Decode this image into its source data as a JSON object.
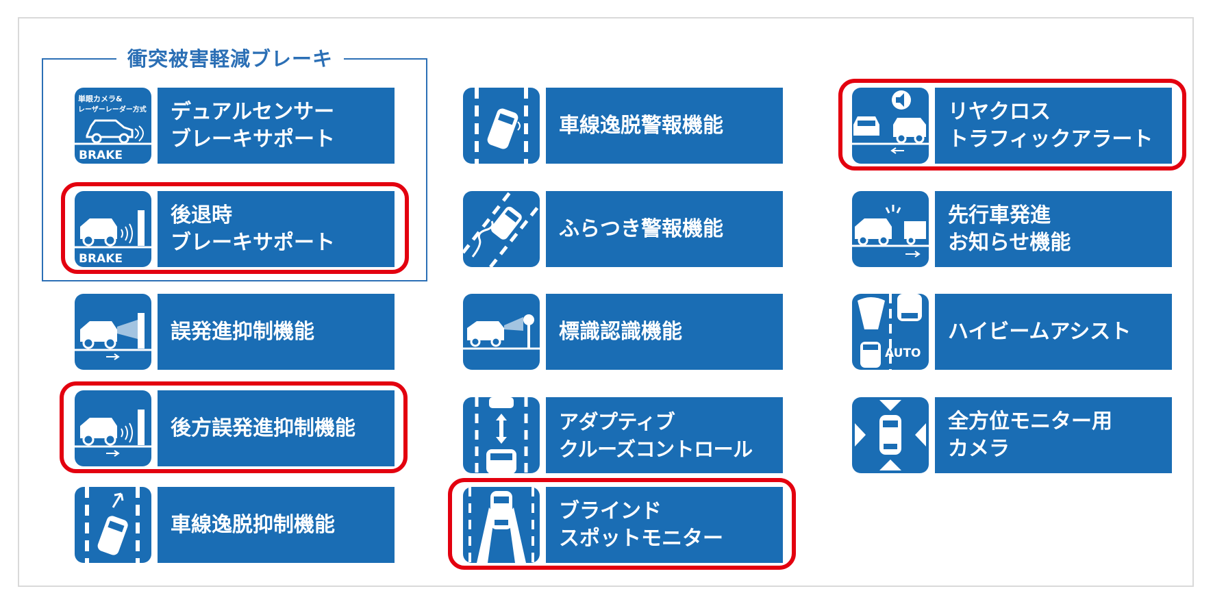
{
  "group": {
    "title": "衝突被害軽減ブレーキ"
  },
  "colors": {
    "tile_blue": "#1a6db4",
    "frame_blue": "#2b6fb5",
    "highlight_red": "#e3000f",
    "border_gray": "#d9d9d9"
  },
  "items": [
    {
      "icon": "dual-sensor-brake-icon",
      "lines": [
        "デュアルセンサー",
        "ブレーキサポート"
      ],
      "icon_text": [
        "単眼カメラ&",
        "レーザーレーダー方式",
        "BRAKE"
      ],
      "highlighted": false
    },
    {
      "icon": "reverse-brake-icon",
      "lines": [
        "後退時",
        "ブレーキサポート"
      ],
      "icon_text": [
        "BRAKE"
      ],
      "highlighted": true
    },
    {
      "icon": "misstart-suppression-icon",
      "lines": [
        "誤発進抑制機能"
      ],
      "highlighted": false
    },
    {
      "icon": "rear-misstart-suppression-icon",
      "lines": [
        "後方誤発進抑制機能"
      ],
      "highlighted": true
    },
    {
      "icon": "lane-departure-suppression-icon",
      "lines": [
        "車線逸脱抑制機能"
      ],
      "highlighted": false
    },
    {
      "icon": "lane-departure-warning-icon",
      "lines": [
        "車線逸脱警報機能"
      ],
      "highlighted": false
    },
    {
      "icon": "wandering-warning-icon",
      "lines": [
        "ふらつき警報機能"
      ],
      "highlighted": false
    },
    {
      "icon": "sign-recognition-icon",
      "lines": [
        "標識認識機能"
      ],
      "highlighted": false
    },
    {
      "icon": "adaptive-cruise-icon",
      "lines": [
        "アダプティブ",
        "クルーズコントロール"
      ],
      "highlighted": false
    },
    {
      "icon": "blind-spot-monitor-icon",
      "lines": [
        "ブラインド",
        "スポットモニター"
      ],
      "highlighted": true
    },
    {
      "icon": "rear-cross-traffic-icon",
      "lines": [
        "リヤクロス",
        "トラフィックアラート"
      ],
      "highlighted": true
    },
    {
      "icon": "lead-vehicle-start-icon",
      "lines": [
        "先行車発進",
        "お知らせ機能"
      ],
      "highlighted": false
    },
    {
      "icon": "high-beam-assist-icon",
      "lines": [
        "ハイビームアシスト"
      ],
      "icon_text": [
        "AUTO"
      ],
      "highlighted": false
    },
    {
      "icon": "panoramic-camera-icon",
      "lines": [
        "全方位モニター用",
        "カメラ"
      ],
      "highlighted": false
    }
  ]
}
